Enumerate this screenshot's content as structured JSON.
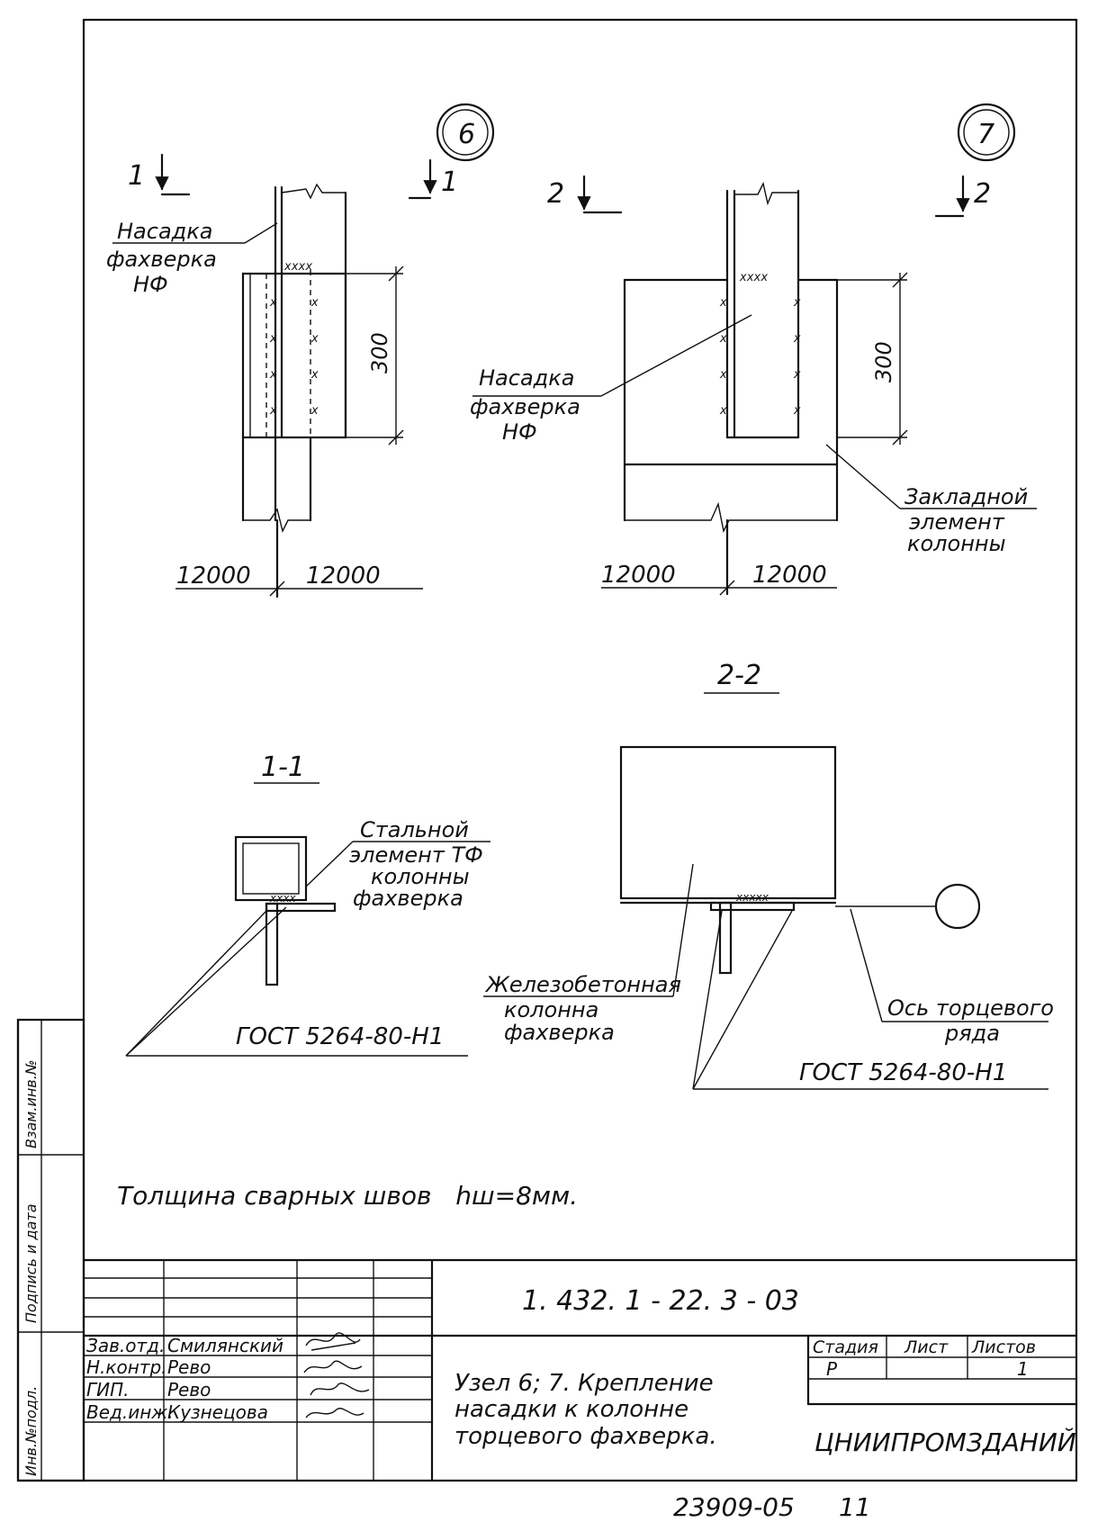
{
  "node6": {
    "number": "6",
    "section_left": "1",
    "section_right": "1",
    "label": [
      "Насадка",
      "фахверка",
      "НФ"
    ],
    "dim": "300",
    "axis_left": "12000",
    "axis_right": "12000"
  },
  "node7": {
    "number": "7",
    "section_left": "2",
    "section_right": "2",
    "label": [
      "Насадка",
      "фахверка",
      "НФ"
    ],
    "dim": "300",
    "embed_label": [
      "Закладной",
      "элемент",
      "колонны"
    ],
    "axis_left": "12000",
    "axis_right": "12000"
  },
  "sec11": {
    "title": "1-1",
    "label": [
      "Стальной",
      "элемент ТФ",
      "колонны",
      "фахверка"
    ],
    "gost": "ГОСТ 5264-80-Н1"
  },
  "sec22": {
    "title": "2-2",
    "column_label": [
      "Железобетонная",
      "колонна",
      "фахверка"
    ],
    "axis_label": [
      "Ось торцевого",
      "ряда"
    ],
    "gost": "ГОСТ 5264-80-Н1"
  },
  "note": "Толщина сварных швов   hш=8мм.",
  "side_stamp": [
    "Инв.№подл.",
    "Подпись и дата",
    "Взам.инв.№"
  ],
  "title_block": {
    "code": "1. 432. 1 - 22. 3 - 03",
    "roles": [
      "Зав.отд.",
      "Н.контр.",
      "ГИП.",
      "Вед.инж."
    ],
    "names": [
      "Смилянский",
      "Рево",
      "Рево",
      "Кузнецова"
    ],
    "title_lines": [
      "Узел 6; 7. Крепление",
      "насадки к колонне",
      "торцевого фахверка."
    ],
    "stage_header": "Стадия",
    "sheet_header": "Лист",
    "sheets_header": "Листов",
    "stage": "Р",
    "sheets": "1",
    "org": "ЦНИИПРОМЗДАНИЙ"
  },
  "footer": {
    "archive": "23909-05",
    "page": "11"
  }
}
